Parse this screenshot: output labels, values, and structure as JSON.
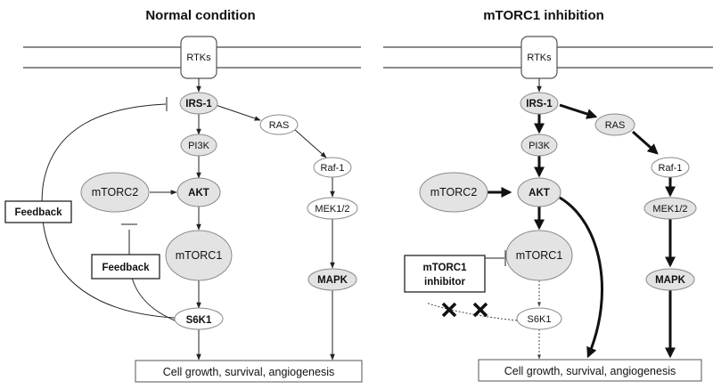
{
  "panels": {
    "left": {
      "title": "Normal condition",
      "rtks": "RTKs",
      "irs1": "IRS-1",
      "ras": "RAS",
      "pi3k": "PI3K",
      "raf1": "Raf-1",
      "mtorc2": "mTORC2",
      "akt": "AKT",
      "mek": "MEK1/2",
      "mtorc1": "mTORC1",
      "mapk": "MAPK",
      "s6k1": "S6K1",
      "feedback_outer": "Feedback",
      "feedback_inner": "Feedback",
      "output": "Cell growth, survival, angiogenesis"
    },
    "right": {
      "title": "mTORC1 inhibition",
      "rtks": "RTKs",
      "irs1": "IRS-1",
      "ras": "RAS",
      "pi3k": "PI3K",
      "raf1": "Raf-1",
      "mtorc2": "mTORC2",
      "akt": "AKT",
      "mek": "MEK1/2",
      "mtorc1": "mTORC1",
      "mapk": "MAPK",
      "s6k1": "S6K1",
      "inhibitor_line1": "mTORC1",
      "inhibitor_line2": "inhibitor",
      "output": "Cell growth, survival, angiogenesis"
    }
  }
}
